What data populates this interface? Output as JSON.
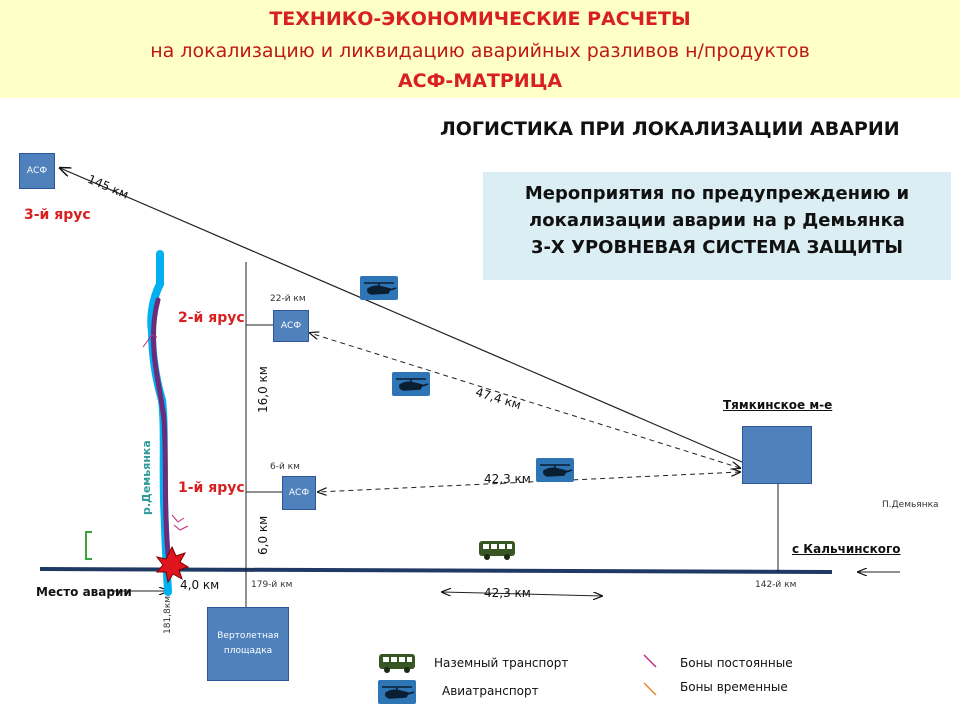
{
  "title": {
    "line1": "ТЕХНИКО-ЭКОНОМИЧЕСКИЕ РАСЧЕТЫ",
    "line2": "на локализацию и ликвидацию аварийных разливов н/продуктов",
    "line3": "АСФ-МАТРИЦА"
  },
  "heading": "ЛОГИСТИКА ПРИ ЛОКАЛИЗАЦИИ АВАРИИ",
  "info": {
    "line1": "Мероприятия по предупреждению и",
    "line2": "локализации аварии на р Демьянка",
    "line3": "3-Х УРОВНЕВАЯ СИСТЕМА ЗАЩИТЫ"
  },
  "tiers": {
    "tier3": "3-й ярус",
    "tier2": "2-й ярус",
    "tier1": "1-й ярус"
  },
  "boxes": {
    "asf": "АСФ",
    "helipad": "Вертолетная площадка"
  },
  "km_marks": {
    "km22": "22-й км",
    "km6": "6-й км",
    "km179": "179-й км",
    "km142": "142-й км",
    "km181": "181,8км"
  },
  "distances": {
    "d145": "145  км",
    "d47": "47,4 км",
    "d42_upper": "42,3 км",
    "d42_lower": "42,3 км",
    "d16": "16,0 км",
    "d6": "6,0 км",
    "d4": "4,0 км"
  },
  "places": {
    "field": "Тямкинское м-е",
    "from_kalchinsky": "с Кальчинского",
    "p_demyanka": "П.Демьянка",
    "accident": "Место аварии",
    "river": "р.Демьянка"
  },
  "legend": {
    "ground": "Наземный транспорт",
    "air": "Авиатранспорт",
    "booms_permanent": "Боны постоянные",
    "booms_temporary": "Боны временные"
  },
  "colors": {
    "banner_bg": "#ffffc8",
    "title_red": "#d82020",
    "asf_box": "#4f81bd",
    "river_blue": "#00b0f0",
    "river_oil": "#7030a0",
    "road": "#1f3864",
    "bus": "#375623",
    "helicopter": "#2e75b6",
    "boom_permanent": "#c0287a",
    "boom_temporary": "#e8862b"
  }
}
